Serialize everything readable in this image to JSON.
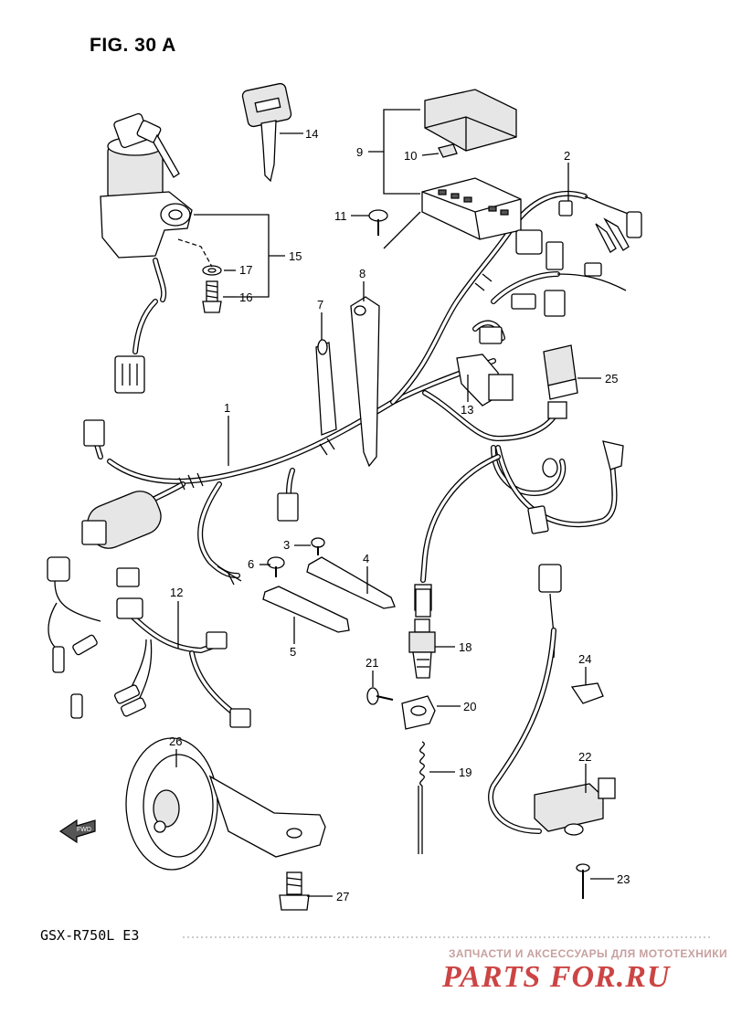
{
  "figure": {
    "title": "FIG. 30 A",
    "model": "GSX-R750L  E3",
    "fwd_label": "FWD"
  },
  "watermark": {
    "caption": "ЗАПЧАСТИ И АКСЕССУАРЫ ДЛЯ МОТОТЕХНИКИ",
    "logo": "PARTS FOR.RU",
    "caption_color": "#c8a0a0",
    "logo_color": "#cc4444"
  },
  "callouts": [
    {
      "id": "1",
      "label": "1"
    },
    {
      "id": "2",
      "label": "2"
    },
    {
      "id": "3",
      "label": "3"
    },
    {
      "id": "4",
      "label": "4"
    },
    {
      "id": "5",
      "label": "5"
    },
    {
      "id": "6",
      "label": "6"
    },
    {
      "id": "7",
      "label": "7"
    },
    {
      "id": "8",
      "label": "8"
    },
    {
      "id": "9",
      "label": "9"
    },
    {
      "id": "10",
      "label": "10"
    },
    {
      "id": "11",
      "label": "11"
    },
    {
      "id": "12",
      "label": "12"
    },
    {
      "id": "13",
      "label": "13"
    },
    {
      "id": "14",
      "label": "14"
    },
    {
      "id": "15",
      "label": "15"
    },
    {
      "id": "16",
      "label": "16"
    },
    {
      "id": "17",
      "label": "17"
    },
    {
      "id": "18",
      "label": "18"
    },
    {
      "id": "19",
      "label": "19"
    },
    {
      "id": "20",
      "label": "20"
    },
    {
      "id": "21",
      "label": "21"
    },
    {
      "id": "22",
      "label": "22"
    },
    {
      "id": "23",
      "label": "23"
    },
    {
      "id": "24",
      "label": "24"
    },
    {
      "id": "25",
      "label": "25"
    },
    {
      "id": "26",
      "label": "26"
    },
    {
      "id": "27",
      "label": "27"
    }
  ]
}
